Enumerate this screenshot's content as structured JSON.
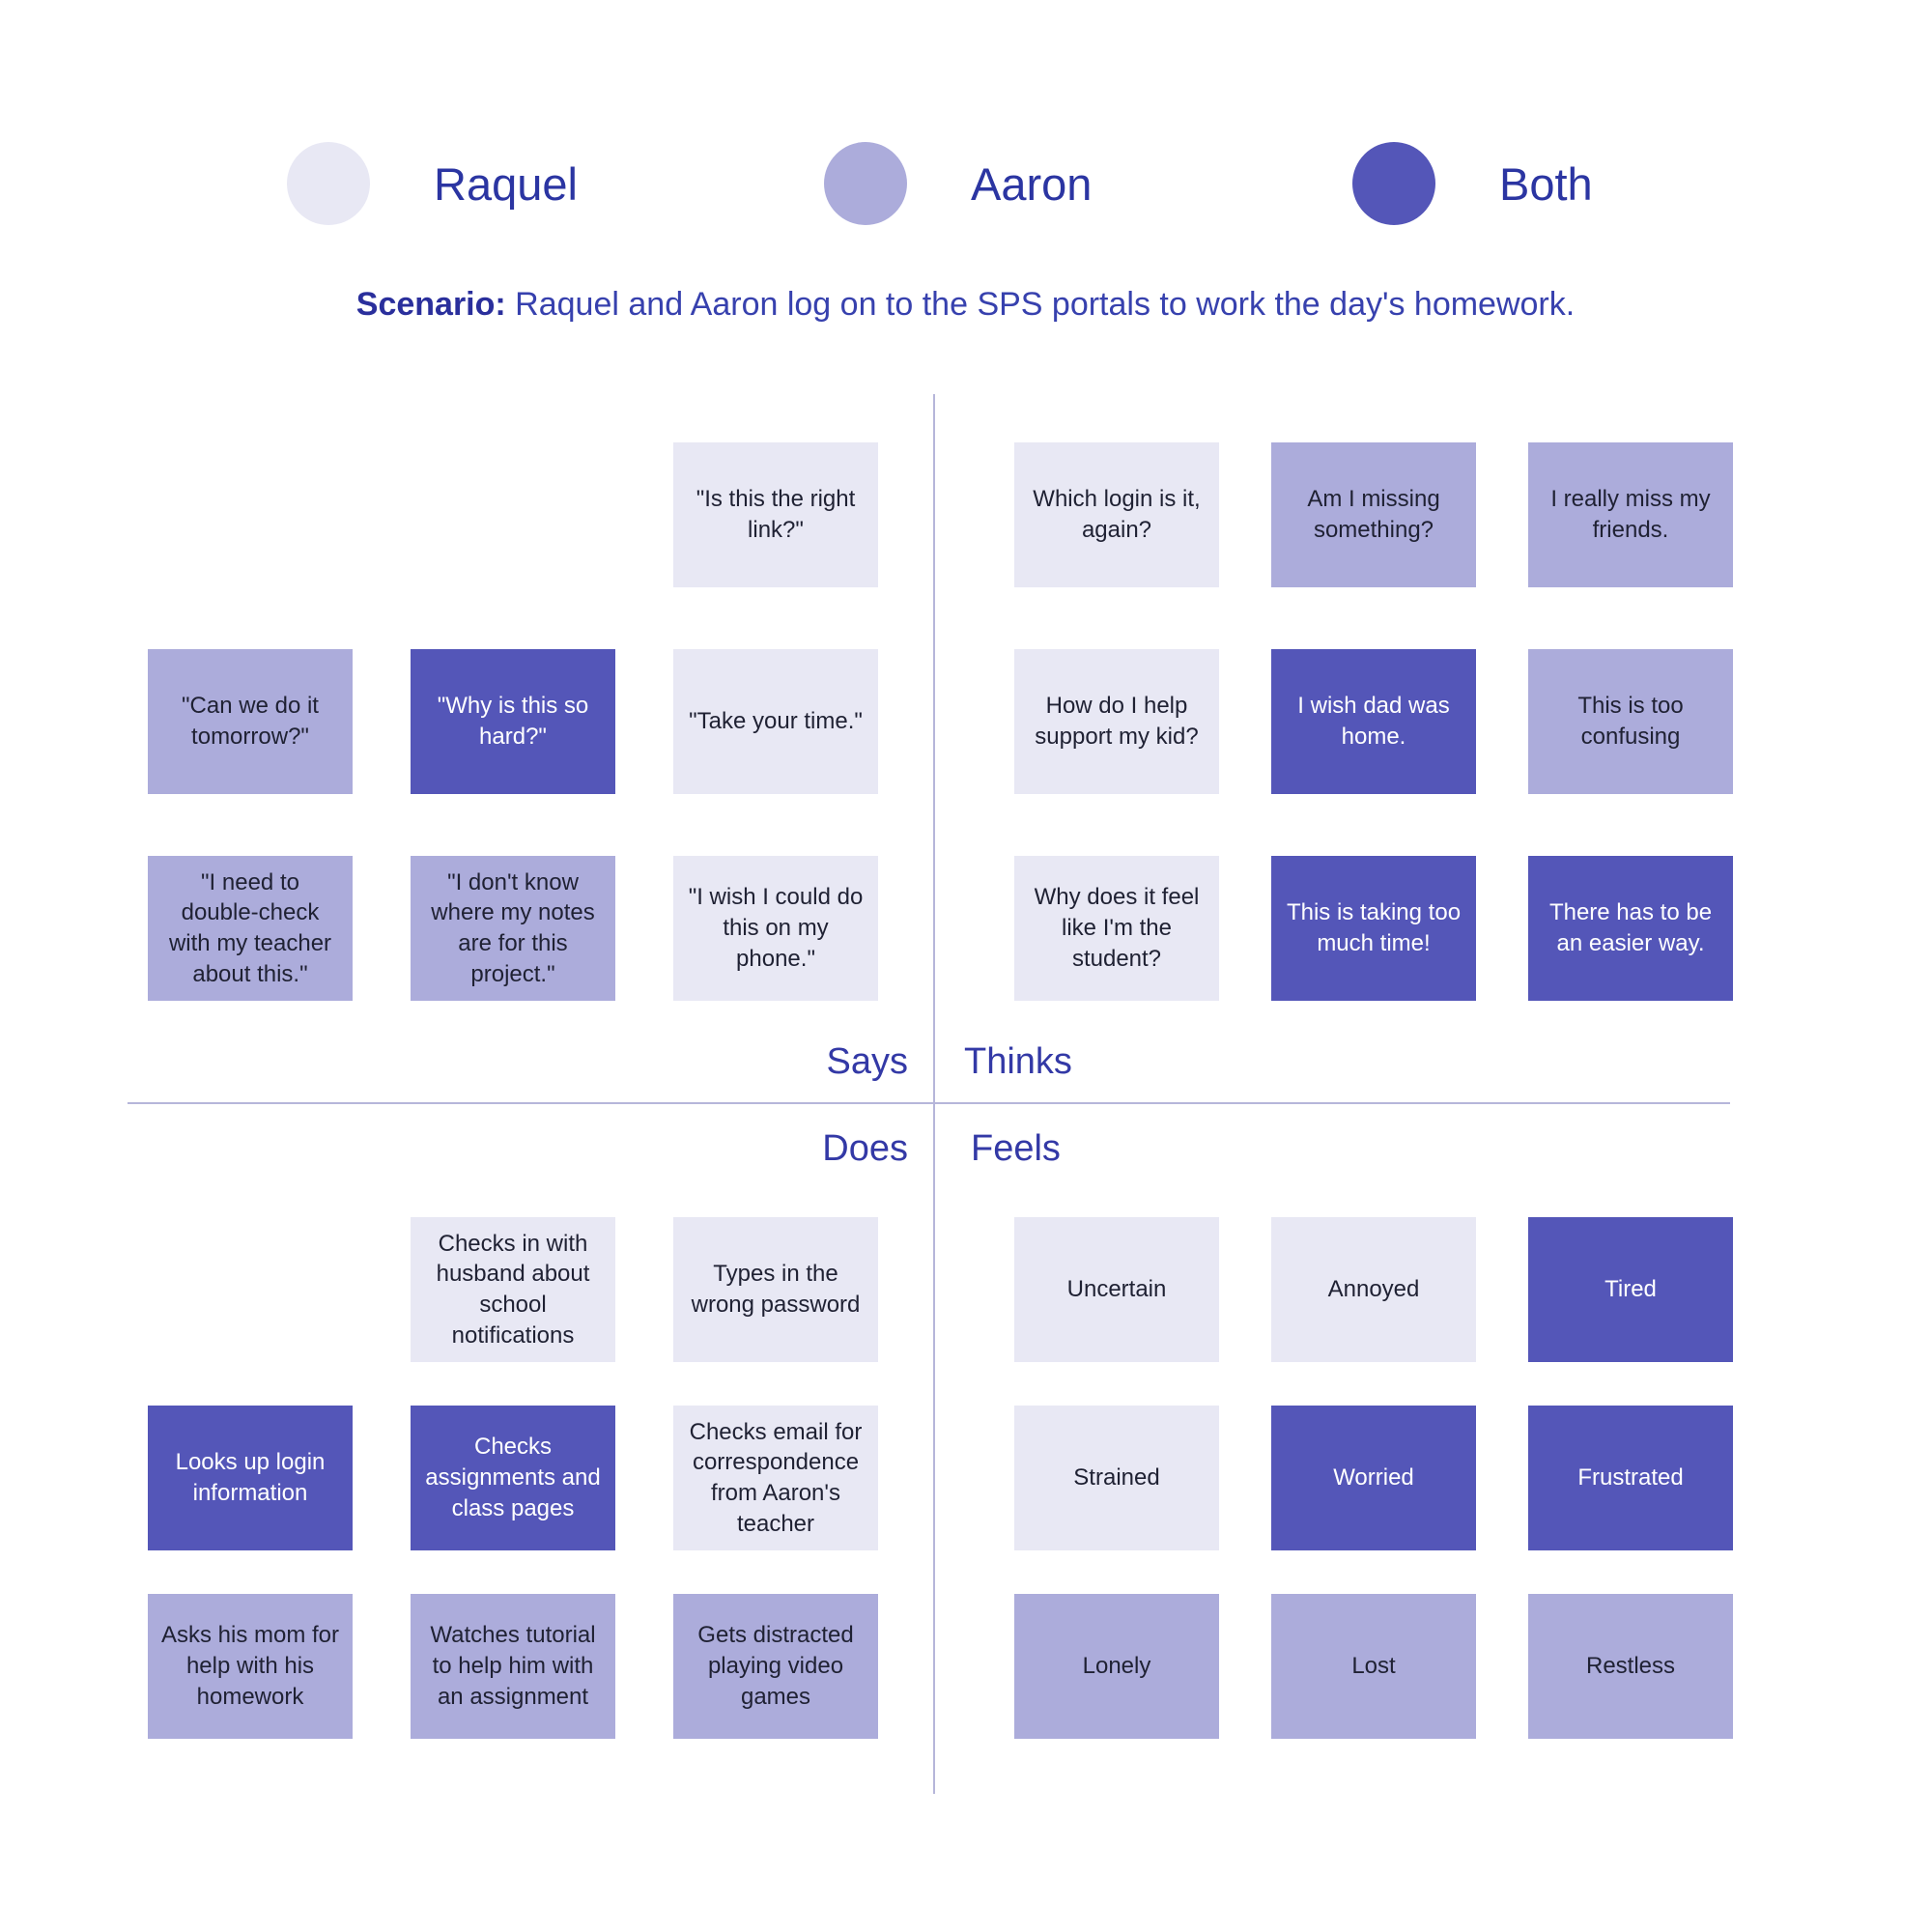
{
  "legend": {
    "items": [
      {
        "label": "Raquel",
        "color": "raquel"
      },
      {
        "label": "Aaron",
        "color": "aaron"
      },
      {
        "label": "Both",
        "color": "both"
      }
    ]
  },
  "scenario": {
    "label": "Scenario:",
    "text": " Raquel and Aaron log on to the SPS portals to work the day's homework."
  },
  "colors": {
    "raquel": "#E8E8F4",
    "aaron": "#ACACDB",
    "both": "#5456B8",
    "heading": "#3339A6",
    "legend_text": "#2B35A2"
  },
  "quadrants": {
    "says": {
      "label": "Says",
      "rows": [
        [
          null,
          null,
          {
            "text": "\"Is this the right link?\"",
            "color": "raquel"
          }
        ],
        [
          {
            "text": "\"Can we do it tomorrow?\"",
            "color": "aaron"
          },
          {
            "text": "\"Why is this so hard?\"",
            "color": "both"
          },
          {
            "text": "\"Take your time.\"",
            "color": "raquel"
          }
        ],
        [
          {
            "text": "\"I need to double-check with my teacher about this.\"",
            "color": "aaron"
          },
          {
            "text": "\"I don't know where my notes are for this project.\"",
            "color": "aaron"
          },
          {
            "text": "\"I wish I could do this on my phone.\"",
            "color": "raquel"
          }
        ]
      ]
    },
    "thinks": {
      "label": "Thinks",
      "rows": [
        [
          {
            "text": "Which login is it, again?",
            "color": "raquel"
          },
          {
            "text": "Am I missing something?",
            "color": "aaron"
          },
          {
            "text": "I really miss my friends.",
            "color": "aaron"
          }
        ],
        [
          {
            "text": "How do I help support my kid?",
            "color": "raquel"
          },
          {
            "text": "I wish dad was home.",
            "color": "both"
          },
          {
            "text": "This is too confusing",
            "color": "aaron"
          }
        ],
        [
          {
            "text": "Why does it feel like I'm the student?",
            "color": "raquel"
          },
          {
            "text": "This is taking too much time!",
            "color": "both"
          },
          {
            "text": "There has to be an easier way.",
            "color": "both"
          }
        ]
      ]
    },
    "does": {
      "label": "Does",
      "rows": [
        [
          null,
          {
            "text": "Checks in with husband about school notifications",
            "color": "raquel"
          },
          {
            "text": "Types in the wrong password",
            "color": "raquel"
          }
        ],
        [
          {
            "text": "Looks up login information",
            "color": "both"
          },
          {
            "text": "Checks assignments and class pages",
            "color": "both"
          },
          {
            "text": "Checks email for correspondence from Aaron's teacher",
            "color": "raquel"
          }
        ],
        [
          {
            "text": "Asks his mom for help with his homework",
            "color": "aaron"
          },
          {
            "text": "Watches tutorial to help him with an assignment",
            "color": "aaron"
          },
          {
            "text": "Gets distracted playing video games",
            "color": "aaron"
          }
        ]
      ]
    },
    "feels": {
      "label": "Feels",
      "rows": [
        [
          {
            "text": "Uncertain",
            "color": "raquel"
          },
          {
            "text": "Annoyed",
            "color": "raquel"
          },
          {
            "text": "Tired",
            "color": "both"
          }
        ],
        [
          {
            "text": "Strained",
            "color": "raquel"
          },
          {
            "text": "Worried",
            "color": "both"
          },
          {
            "text": "Frustrated",
            "color": "both"
          }
        ],
        [
          {
            "text": "Lonely",
            "color": "aaron"
          },
          {
            "text": "Lost",
            "color": "aaron"
          },
          {
            "text": "Restless",
            "color": "aaron"
          }
        ]
      ]
    }
  }
}
